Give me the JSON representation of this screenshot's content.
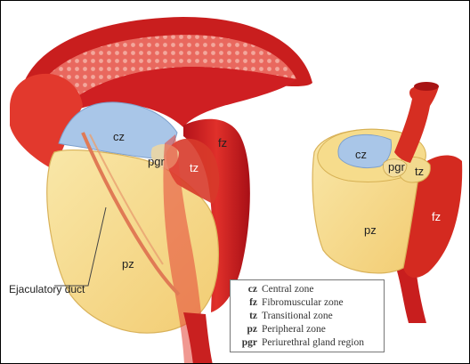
{
  "labels": {
    "cz_main": "cz",
    "pgr_main": "pgr",
    "tz_main": "tz",
    "fz_main": "fz",
    "pz_main": "pz",
    "cz_right": "cz",
    "pgr_right": "pgr",
    "tz_right": "tz",
    "pz_right": "pz",
    "fz_right": "fz",
    "ejaculatory_duct": "Ejaculatory duct"
  },
  "legend": [
    {
      "abbr": "cz",
      "text": "Central zone"
    },
    {
      "abbr": "fz",
      "text": "Fibromuscular zone"
    },
    {
      "abbr": "tz",
      "text": "Transitional zone"
    },
    {
      "abbr": "pz",
      "text": "Peripheral zone"
    },
    {
      "abbr": "pgr",
      "text": "Periurethral gland region"
    }
  ],
  "colors": {
    "bladder_red": "#cc1a1a",
    "fibromuscular": "#d42a20",
    "peripheral_yellow": "#f7dc8a",
    "central_blue": "#a9c6e8",
    "transitional_cream": "#f0d88e"
  }
}
